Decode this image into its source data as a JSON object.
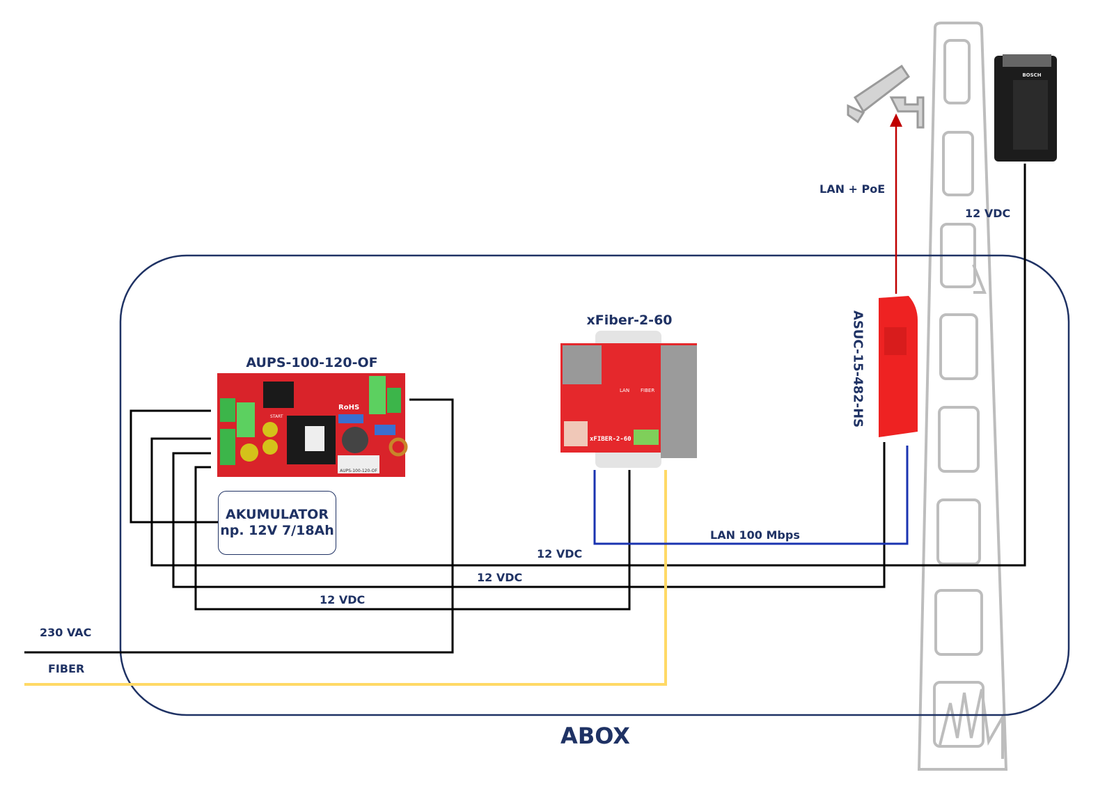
{
  "enclosure": {
    "label": "ABOX"
  },
  "devices": {
    "aups": {
      "label": "AUPS-100-120-OF",
      "board_text": "AUPS-100-120-OF",
      "rohs": "RoHS",
      "start": "START"
    },
    "xfiber": {
      "label": "xFiber-2-60",
      "board_text": "xFIBER-2-60",
      "lan": "LAN",
      "fiber": "FIBER"
    },
    "asuc": {
      "label": "ASUC-15-482-HS"
    },
    "battery": {
      "line1": "AKUMULATOR",
      "line2": "np. 12V 7/18Ah"
    },
    "illuminator": {
      "brand": "BOSCH"
    }
  },
  "connections": {
    "mains": "230 VAC",
    "fiber": "FIBER",
    "vdc_xfiber": "12 VDC",
    "vdc_asuc": "12 VDC",
    "vdc_illuminator_inside": "12 VDC",
    "vdc_illuminator_outside": "12 VDC",
    "lan": "LAN 100 Mbps",
    "poe": "LAN + PoE"
  },
  "colors": {
    "navy": "#1f3264",
    "wire": "#000000",
    "fiber": "#ffd966",
    "lan": "#1a33b0",
    "poe": "#c00000",
    "board_red": "#d9232a",
    "pole": "#b8b8b8"
  }
}
